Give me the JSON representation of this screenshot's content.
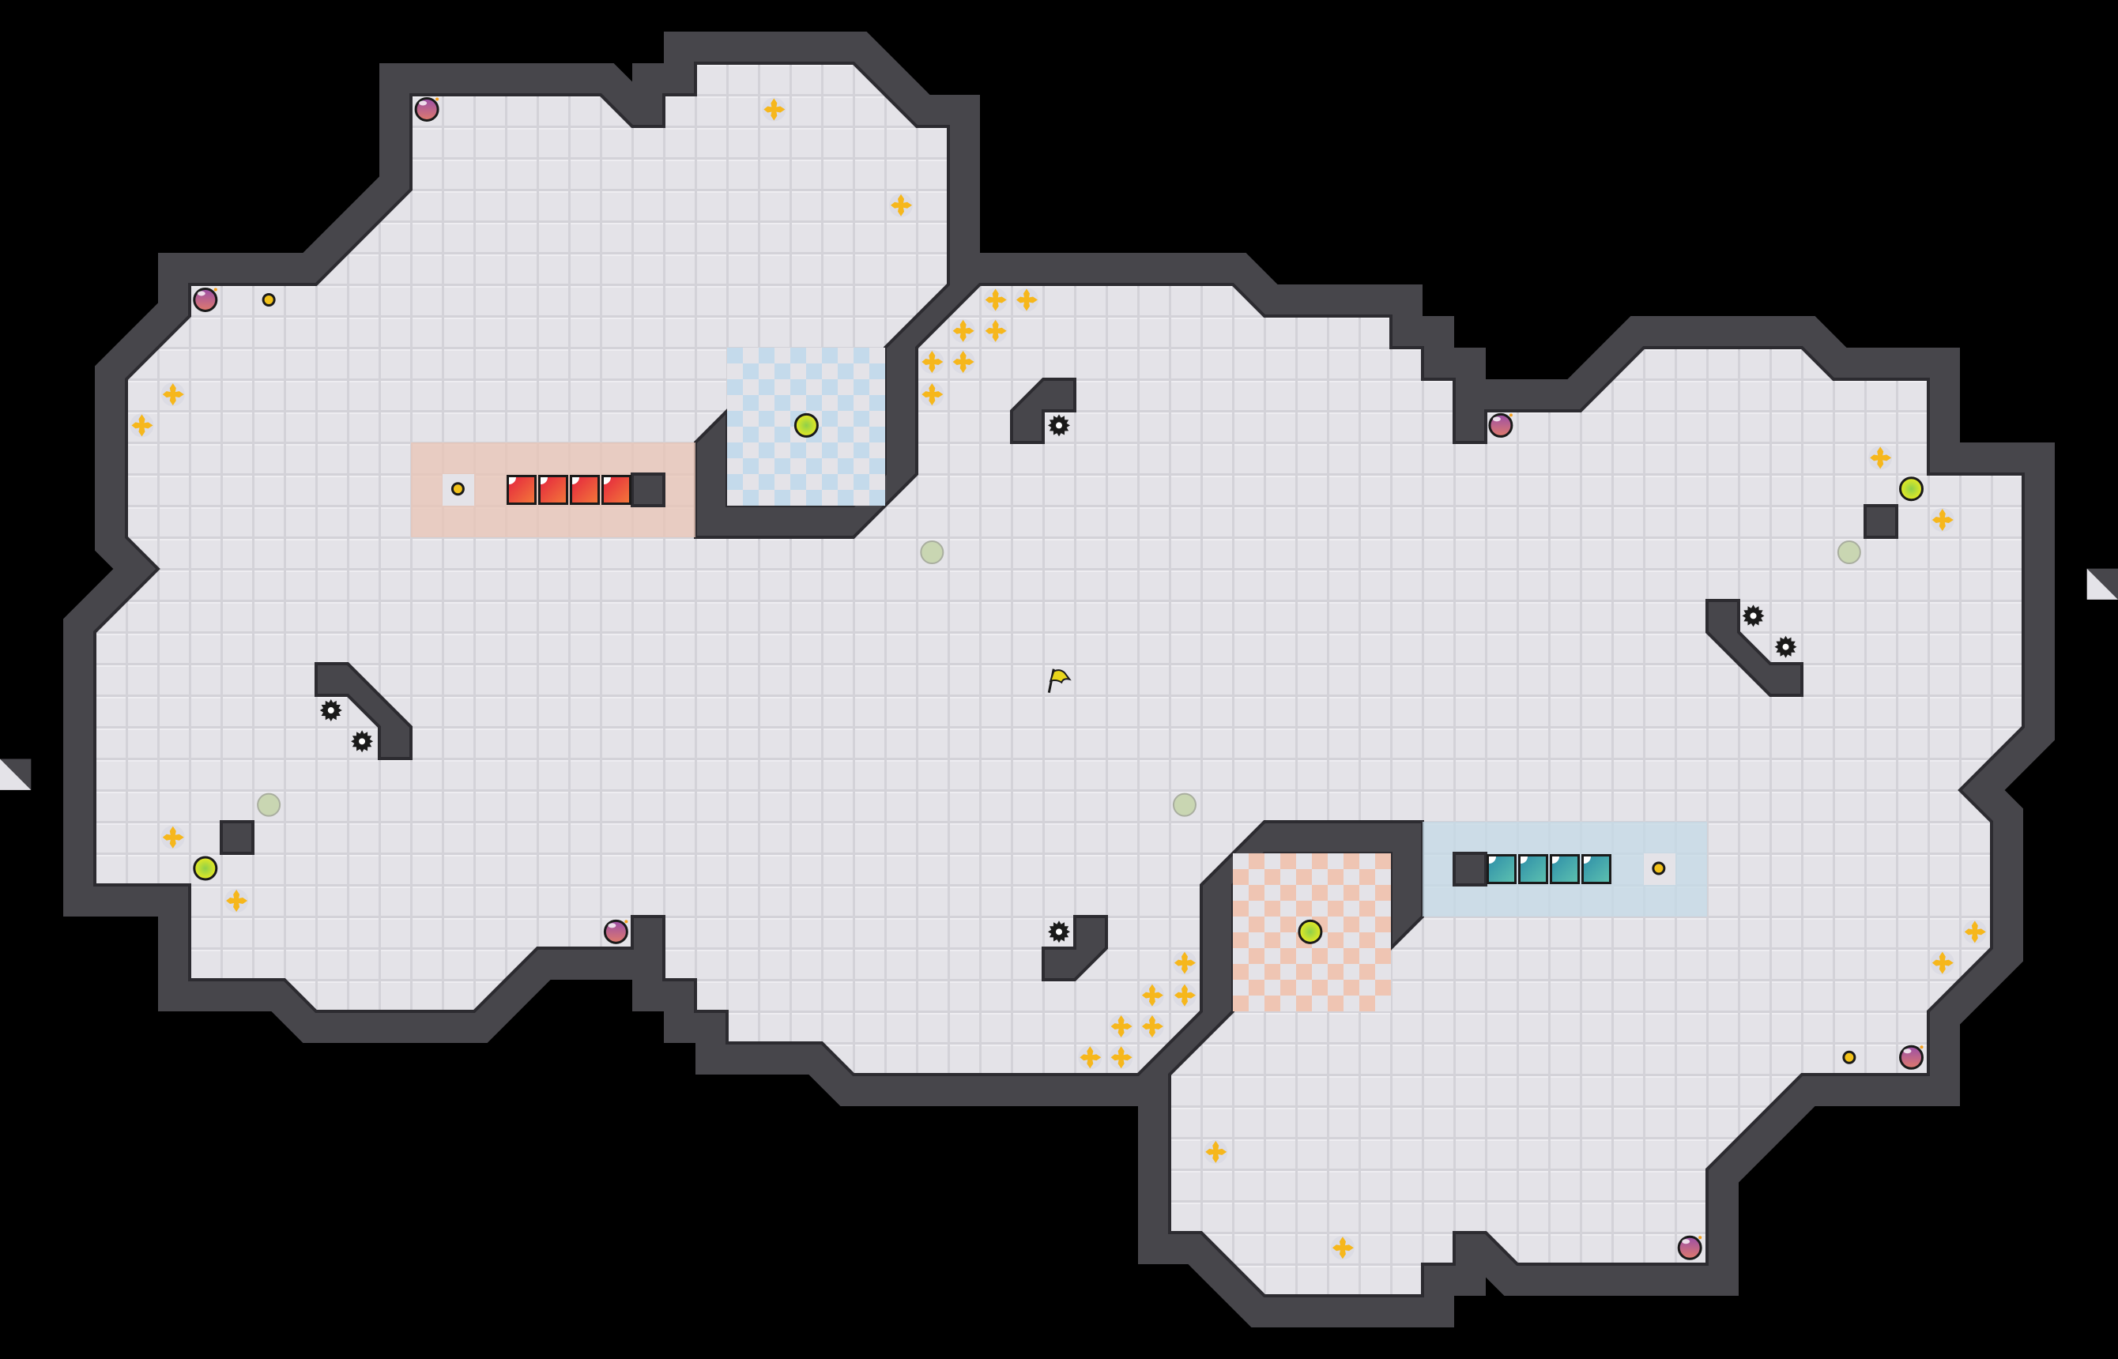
{
  "level": {
    "colors": {
      "background": "#000000",
      "floor": "#e4e3e8",
      "floor_line": "#d2d1d7",
      "wall": "#47464b",
      "wall_edge": "#2c2b30",
      "red_zone": "#e9c6b8",
      "blue_zone": "#c6d9e6",
      "red_checker": "#efc5b3",
      "blue_checker": "#c4daeb",
      "red_block": "#e8423a",
      "blue_block": "#3aa3a6",
      "gold": "#f6b71c",
      "purple_orb": "#a05aa4",
      "lime_orb": "#d6e42a",
      "faded_orb": "#c9d6b2",
      "spike": "#1a1a1a",
      "flag": "#e8d61c"
    },
    "entity_types": [
      "gold-cross-pickup",
      "purple-orb",
      "lime-orb",
      "faded-orb",
      "gold-coin",
      "spike-gear",
      "goal-flag",
      "red-block",
      "blue-block"
    ]
  }
}
